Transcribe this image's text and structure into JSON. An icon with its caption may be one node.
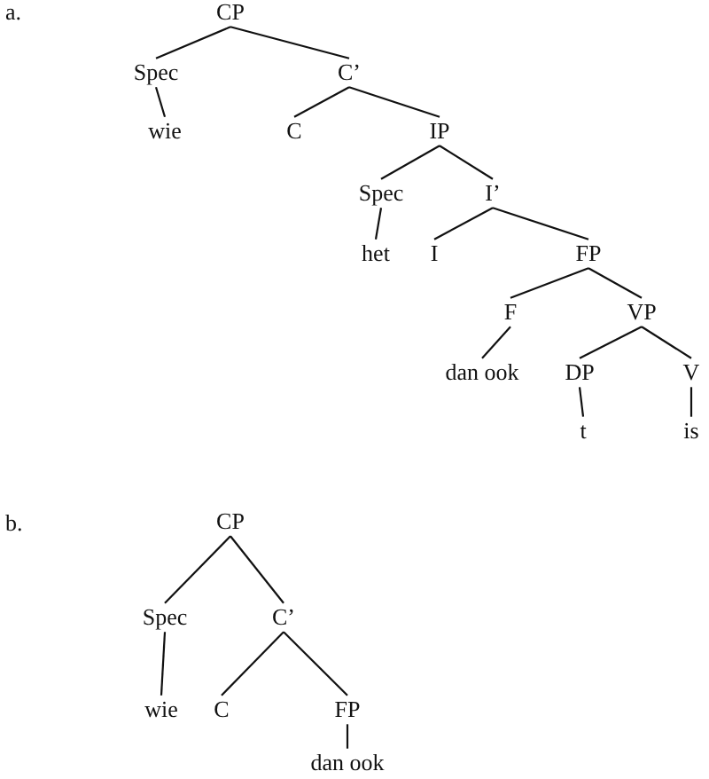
{
  "diagram": {
    "nodes": [
      {
        "text": [
          "CP"
        ]
      },
      {
        "text": [
          "Spec"
        ]
      },
      {
        "text": [
          "C’"
        ]
      },
      {
        "text": [
          "wie"
        ]
      },
      {
        "text": [
          "C"
        ]
      },
      {
        "text": [
          "IP"
        ]
      },
      {
        "text": [
          "Spec"
        ]
      },
      {
        "text": [
          "I’"
        ]
      },
      {
        "text": [
          "het"
        ]
      },
      {
        "text": [
          "I"
        ]
      },
      {
        "text": [
          "FP"
        ]
      },
      {
        "text": [
          "F"
        ]
      },
      {
        "text": [
          "VP"
        ]
      },
      {
        "text": [
          "dan ook"
        ]
      },
      {
        "text": [
          "DP"
        ]
      },
      {
        "text": [
          "V"
        ]
      },
      {
        "text": [
          "t"
        ]
      },
      {
        "text": [
          "is"
        ]
      },
      {
        "text": [
          "CP"
        ]
      },
      {
        "text": [
          "Spec"
        ]
      },
      {
        "text": [
          "C’"
        ]
      },
      {
        "text": [
          "wie"
        ]
      },
      {
        "text": [
          "C"
        ]
      },
      {
        "text": [
          "FP"
        ]
      },
      {
        "text": [
          "dan ook"
        ]
      }
    ],
    "edges": [
      {
        "from": 0,
        "to": 1,
        "arrow": "none"
      },
      {
        "from": 0,
        "to": 2,
        "arrow": "none"
      },
      {
        "from": 1,
        "to": 3,
        "arrow": "none"
      },
      {
        "from": 2,
        "to": 4,
        "arrow": "none"
      },
      {
        "from": 2,
        "to": 5,
        "arrow": "none"
      },
      {
        "from": 5,
        "to": 6,
        "arrow": "none"
      },
      {
        "from": 5,
        "to": 7,
        "arrow": "none"
      },
      {
        "from": 6,
        "to": 8,
        "arrow": "none"
      },
      {
        "from": 7,
        "to": 9,
        "arrow": "none"
      },
      {
        "from": 7,
        "to": 10,
        "arrow": "none"
      },
      {
        "from": 10,
        "to": 11,
        "arrow": "none"
      },
      {
        "from": 10,
        "to": 12,
        "arrow": "none"
      },
      {
        "from": 11,
        "to": 13,
        "arrow": "none"
      },
      {
        "from": 12,
        "to": 14,
        "arrow": "none"
      },
      {
        "from": 12,
        "to": 15,
        "arrow": "none"
      },
      {
        "from": 14,
        "to": 16,
        "arrow": "none"
      },
      {
        "from": 15,
        "to": 17,
        "arrow": "none"
      },
      {
        "from": 18,
        "to": 19,
        "arrow": "none"
      },
      {
        "from": 18,
        "to": 20,
        "arrow": "none"
      },
      {
        "from": 19,
        "to": 21,
        "arrow": "none"
      },
      {
        "from": 20,
        "to": 22,
        "arrow": "none"
      },
      {
        "from": 20,
        "to": 23,
        "arrow": "none"
      },
      {
        "from": 23,
        "to": 24,
        "arrow": "none"
      }
    ],
    "labels": [
      "a.",
      "b."
    ]
  }
}
